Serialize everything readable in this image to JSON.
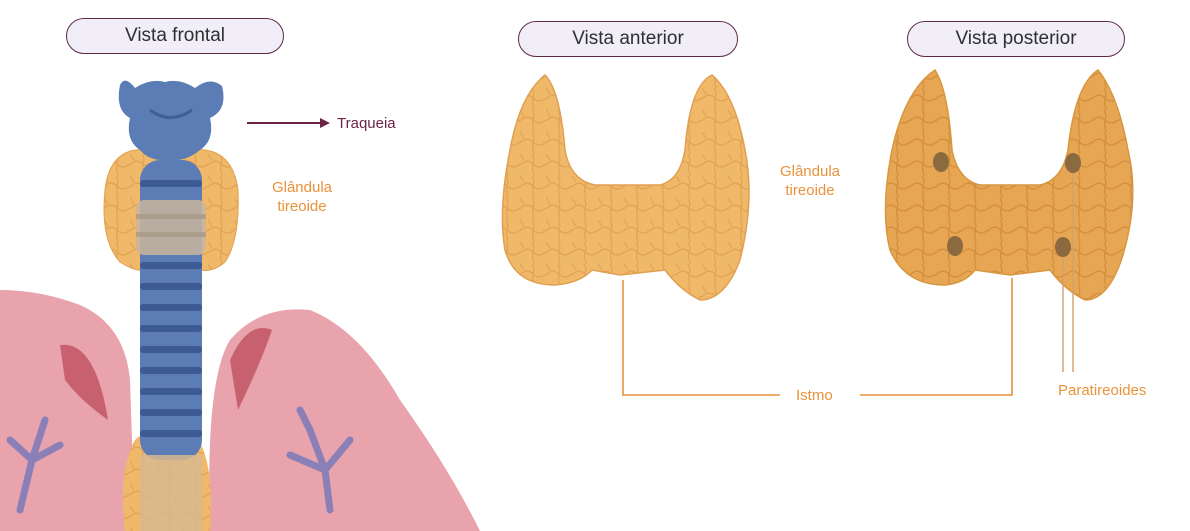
{
  "views": {
    "frontal": "Vista frontal",
    "anterior": "Vista anterior",
    "posterior": "Vista posterior"
  },
  "labels": {
    "traqueia": "Traqueia",
    "glandula_line1": "Glândula",
    "glandula_line2": "tireoide",
    "istmo": "Istmo",
    "paratireoides": "Paratireoides"
  },
  "colors": {
    "thyroid": "#f0b96a",
    "thyroid_edge": "#e0a050",
    "trachea": "#5b7cb4",
    "lung": "#e8a3ad",
    "label_orange": "#e8923a",
    "arrow": "#6b2448",
    "pill_border": "#5f2a4a",
    "pill_fill": "#f1eef8"
  },
  "icons": [
    "arrow-right-icon"
  ]
}
